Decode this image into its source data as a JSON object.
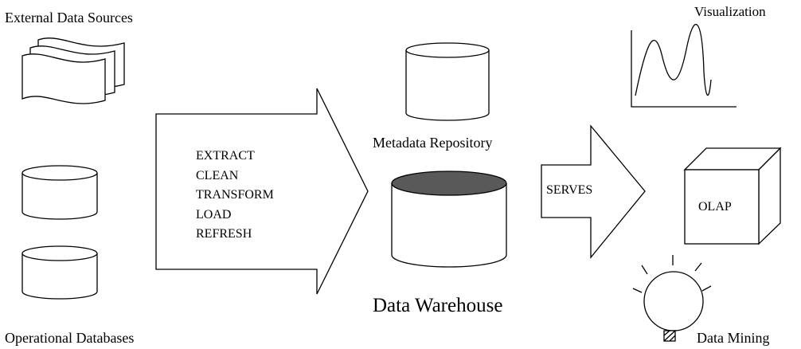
{
  "labels": {
    "external_sources": "External Data Sources",
    "operational_dbs": "Operational Databases",
    "metadata_repo": "Metadata Repository",
    "data_warehouse": "Data Warehouse",
    "serves": "SERVES",
    "visualization": "Visualization",
    "olap": "OLAP",
    "data_mining": "Data Mining"
  },
  "etl_steps": [
    "EXTRACT",
    "CLEAN",
    "TRANSFORM",
    "LOAD",
    "REFRESH"
  ],
  "colors": {
    "stroke": "#000000",
    "warehouse_top": "#595959",
    "background": "#ffffff"
  },
  "icons": {
    "document": "document-icon",
    "database": "database-icon",
    "arrow": "arrow-icon",
    "chart": "line-chart-icon",
    "cube": "cube-icon",
    "lightbulb": "lightbulb-icon"
  }
}
